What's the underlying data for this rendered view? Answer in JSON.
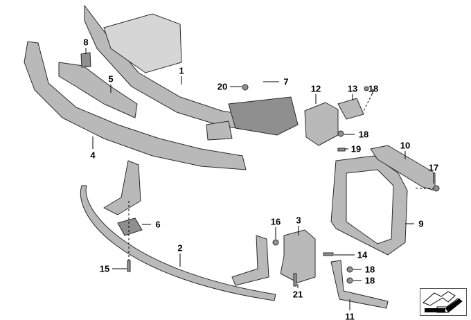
{
  "diagram": {
    "type": "exploded parts diagram",
    "callouts": [
      "1",
      "2",
      "3",
      "4",
      "5",
      "6",
      "7",
      "8",
      "9",
      "10",
      "11",
      "12",
      "13",
      "14",
      "15",
      "16",
      "17",
      "18",
      "18",
      "18",
      "18",
      "19",
      "20",
      "21"
    ]
  },
  "icons": {
    "orientation": "orientation-arrow-icon"
  }
}
